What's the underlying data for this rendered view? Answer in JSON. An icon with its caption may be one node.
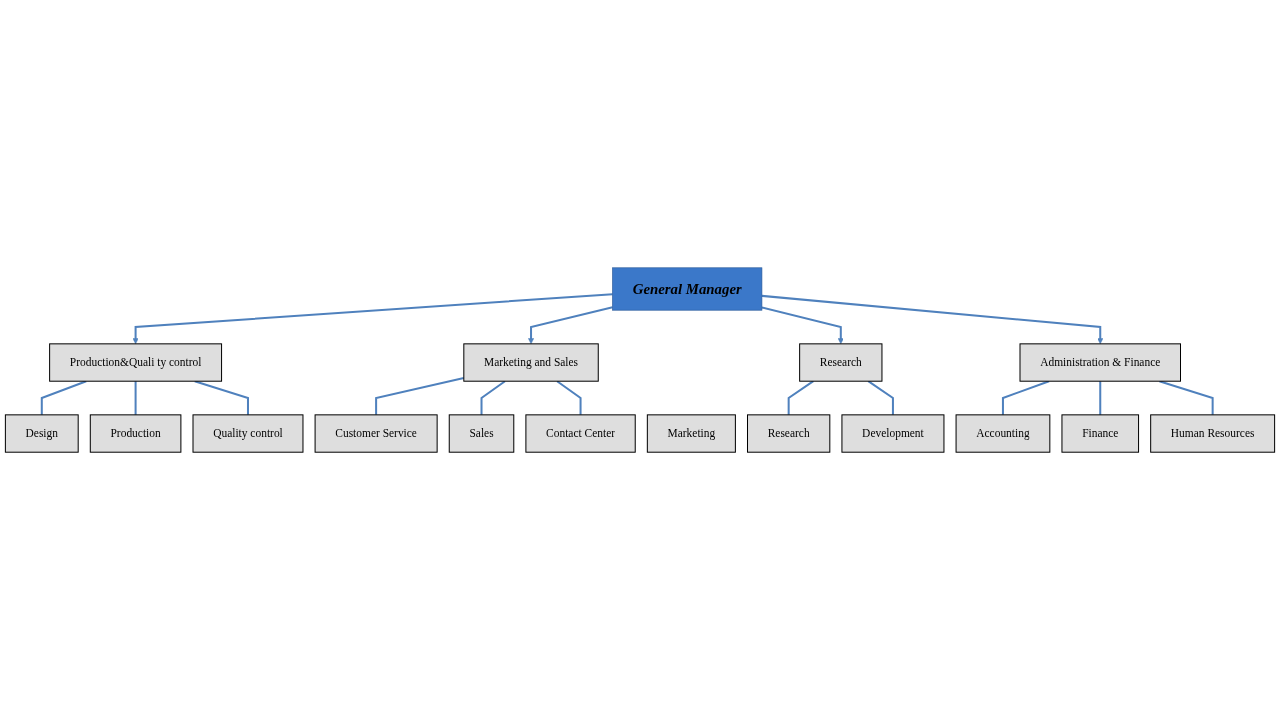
{
  "diagram": {
    "nodes": [
      {
        "text": [
          "General Manager"
        ]
      },
      {
        "text": [
          "Production&Quali ty control"
        ]
      },
      {
        "text": [
          "Marketing and Sales"
        ]
      },
      {
        "text": [
          "Research"
        ]
      },
      {
        "text": [
          "Administration & Finance"
        ]
      },
      {
        "text": [
          "Design"
        ]
      },
      {
        "text": [
          "Production"
        ]
      },
      {
        "text": [
          "Quality control"
        ]
      },
      {
        "text": [
          "Customer Service"
        ]
      },
      {
        "text": [
          "Sales"
        ]
      },
      {
        "text": [
          "Marketing"
        ]
      },
      {
        "text": [
          "Contact Center"
        ]
      },
      {
        "text": [
          "Research"
        ]
      },
      {
        "text": [
          "Development"
        ]
      },
      {
        "text": [
          "Accounting"
        ]
      },
      {
        "text": [
          "Finance"
        ]
      },
      {
        "text": [
          "Human Resources"
        ]
      }
    ],
    "edges": [
      {
        "from": 0,
        "to": 1,
        "arrow": "to"
      },
      {
        "from": 0,
        "to": 2,
        "arrow": "to"
      },
      {
        "from": 0,
        "to": 3,
        "arrow": "to"
      },
      {
        "from": 0,
        "to": 4,
        "arrow": "to"
      },
      {
        "from": 1,
        "to": 5,
        "arrow": "none"
      },
      {
        "from": 1,
        "to": 6,
        "arrow": "none"
      },
      {
        "from": 1,
        "to": 7,
        "arrow": "none"
      },
      {
        "from": 2,
        "to": 8,
        "arrow": "none"
      },
      {
        "from": 2,
        "to": 9,
        "arrow": "none"
      },
      {
        "from": 2,
        "to": 11,
        "arrow": "none"
      },
      {
        "from": 3,
        "to": 12,
        "arrow": "none"
      },
      {
        "from": 3,
        "to": 13,
        "arrow": "none"
      },
      {
        "from": 4,
        "to": 14,
        "arrow": "none"
      },
      {
        "from": 4,
        "to": 15,
        "arrow": "none"
      },
      {
        "from": 4,
        "to": 16,
        "arrow": "none"
      }
    ]
  }
}
